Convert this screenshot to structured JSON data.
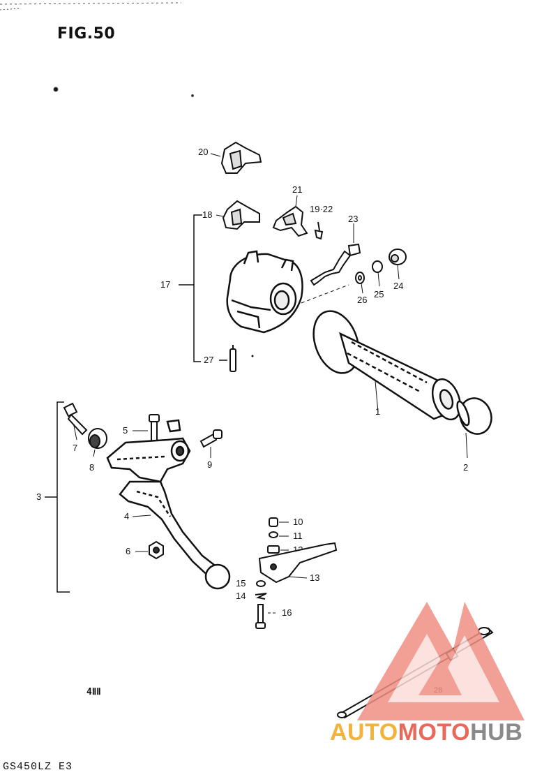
{
  "figure": {
    "title": "FIG.50",
    "model": "GS450LZ E3",
    "page_mark": "4ⅡⅡ"
  },
  "callouts": {
    "c1": "1",
    "c2": "2",
    "c3": "3",
    "c4": "4",
    "c5": "5",
    "c6": "6",
    "c7": "7",
    "c8": "8",
    "c9": "9",
    "c10": "10",
    "c11": "11",
    "c12": "12",
    "c13": "13",
    "c14": "14",
    "c15": "15",
    "c16": "16",
    "c17": "17",
    "c18": "18",
    "c19_22": "19·22",
    "c20": "20",
    "c21": "21",
    "c23": "23",
    "c24": "24",
    "c25": "25",
    "c26": "26",
    "c27": "27",
    "c28": "28"
  },
  "watermark": {
    "part_a": "AUTO",
    "part_b": "MOTO",
    "part_c": "HUB",
    "red": "#e8685a",
    "orange": "#f2b33d",
    "grey": "#8a8a8a"
  }
}
